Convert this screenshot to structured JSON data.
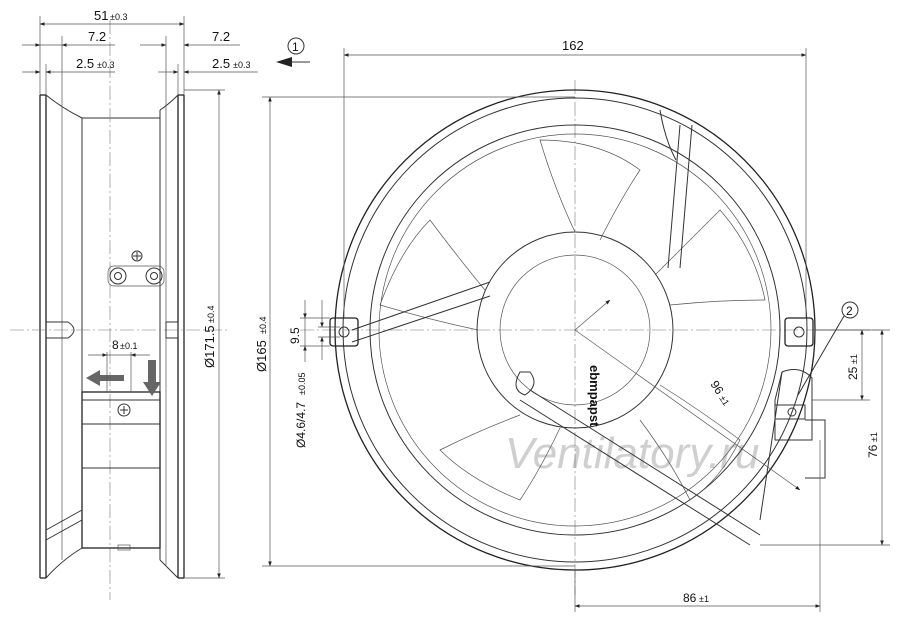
{
  "watermark": "Ventilatory.ru",
  "brand": "ebmpapst",
  "callouts": {
    "c1": "1",
    "c2": "2"
  },
  "dims": {
    "w51": "51",
    "w51_tol": "±0.3",
    "w72_left": "7.2",
    "w72_right": "7.2",
    "w25_left": "2.5",
    "w25_left_tol": "±0.3",
    "w25_right": "2.5",
    "w25_right_tol": "±0.3",
    "d8": "8",
    "d8_tol": "±0.1",
    "d1715": "Ø171.5",
    "d1715_tol": "±0.4",
    "w162": "162",
    "d165": "Ø165",
    "d165_tol": "±0.4",
    "d95": "9.5",
    "d46": "Ø4.6/4.7",
    "d46_tol": "±0.05",
    "r96": "96",
    "r96_tol": "±1",
    "h25": "25",
    "h25_tol": "±1",
    "h76": "76",
    "h76_tol": "±1",
    "w86": "86",
    "w86_tol": "±1"
  }
}
